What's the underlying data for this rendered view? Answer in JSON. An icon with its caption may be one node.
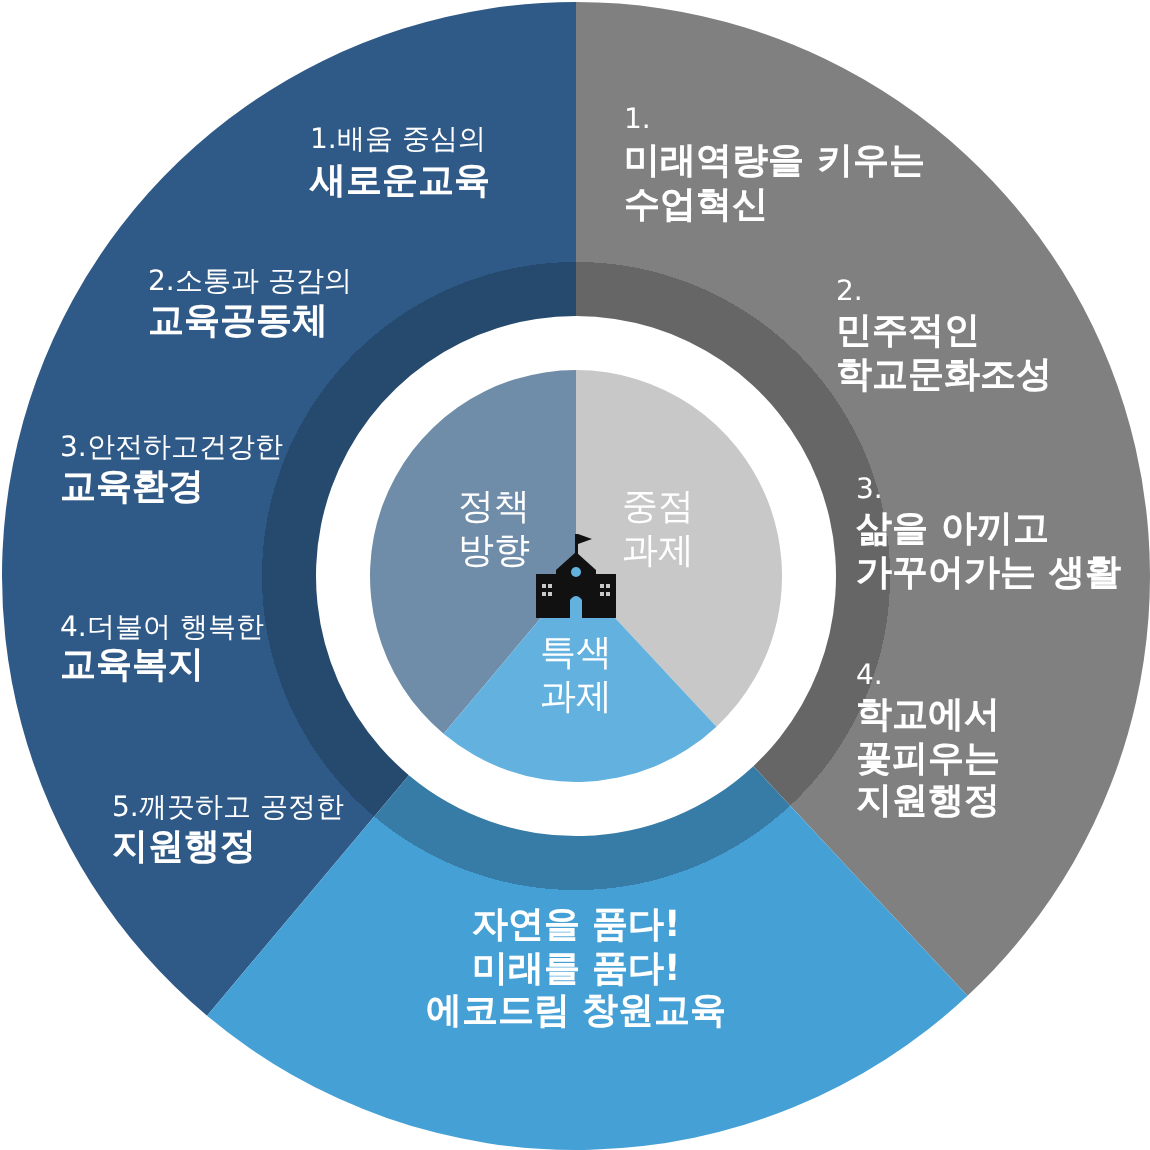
{
  "diagram": {
    "nodes": [
      {
        "text": [
          "1.배움 중심의",
          "새로운교육",
          "2.소통과 공감의",
          "교육공동체",
          "3.안전하고건강한",
          "교육환경",
          "4.더불어 행복한",
          "교육복지",
          "5.깨끗하고 공정한",
          "지원행정"
        ]
      },
      {
        "text": [
          "1.",
          "미래역량을 키우는 수업혁신",
          "2.",
          "민주적인 학교문화조성",
          "3.",
          "삶을 아끼고 가꾸어가는 생활",
          "4.",
          "학교에서 꽃피우는 지원행정"
        ]
      },
      {
        "text": [
          "자연을 품다! 미래를 품다! 에코드림 창원교육"
        ]
      },
      {
        "text": [
          "정책 방향"
        ]
      },
      {
        "text": [
          "중점 과제"
        ]
      },
      {
        "text": [
          "특색 과제"
        ]
      }
    ]
  }
}
